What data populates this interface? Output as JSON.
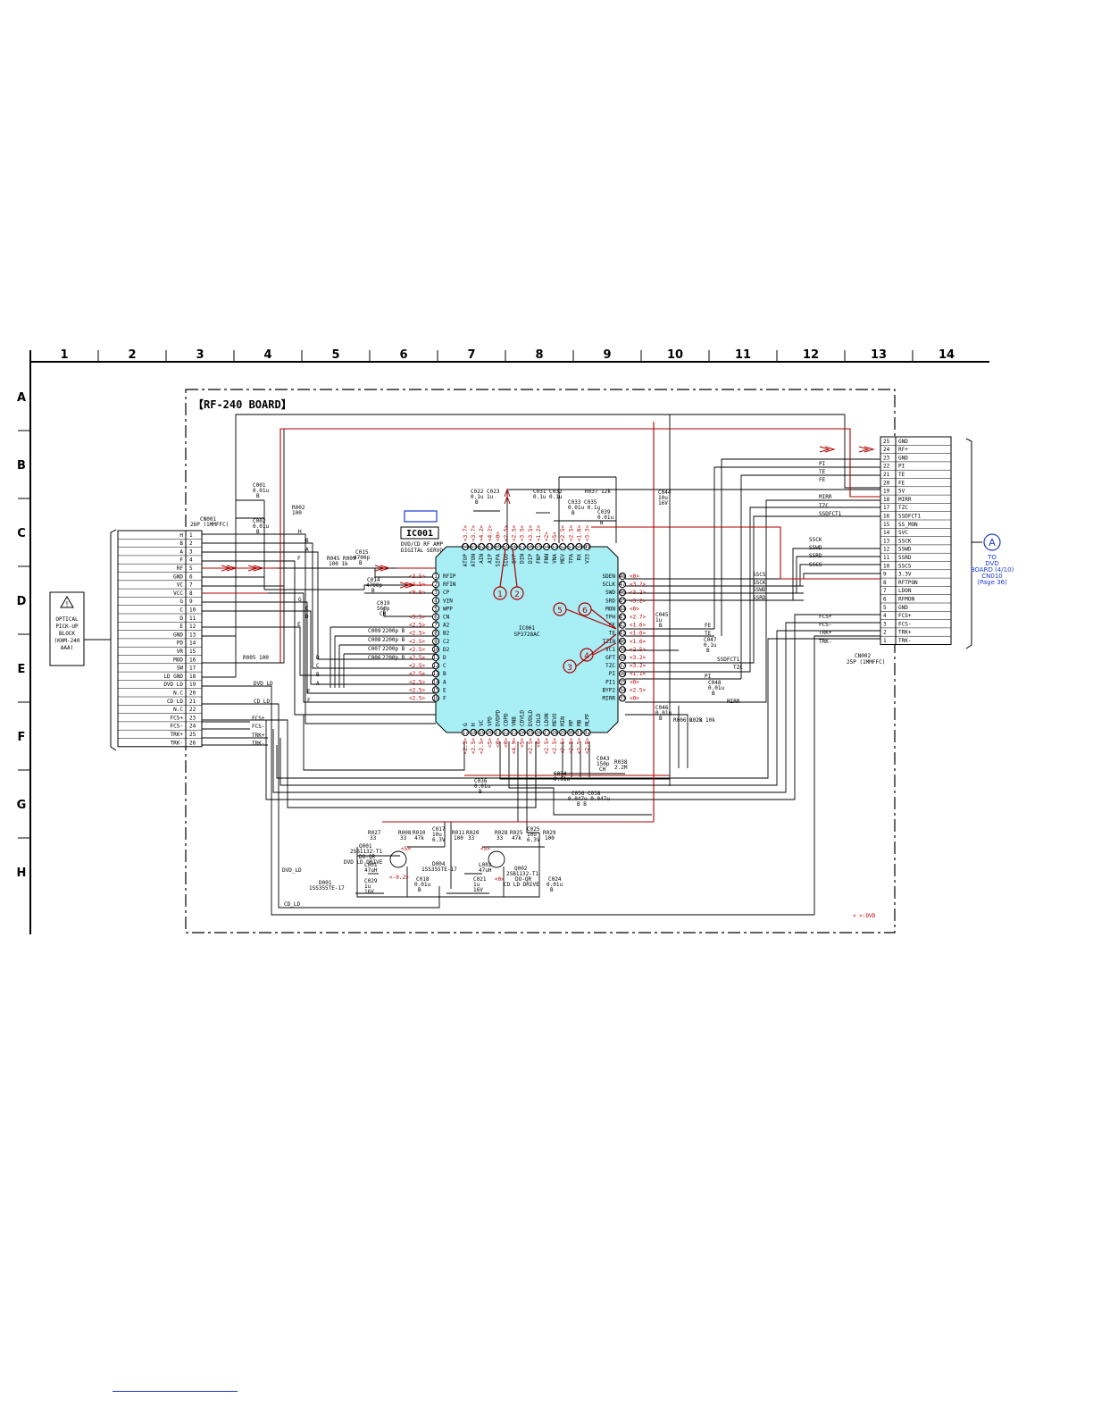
{
  "board": {
    "title": "【RF-240 BOARD】",
    "note": "< >:DVD"
  },
  "grid": {
    "columns": [
      "1",
      "2",
      "3",
      "4",
      "5",
      "6",
      "7",
      "8",
      "9",
      "10",
      "11",
      "12",
      "13",
      "14"
    ],
    "rows": [
      "A",
      "B",
      "C",
      "D",
      "E",
      "F",
      "G",
      "H"
    ]
  },
  "ic001": {
    "tag": "IC001",
    "desc1": "DVD/CD RF AMP",
    "desc2": "DIGITAL SERVO",
    "name": "IC001",
    "part": "SP3728AC",
    "left_pins": [
      {
        "n": "1",
        "name": "RFIP",
        "v": "<3.5>"
      },
      {
        "n": "2",
        "name": "RFIN",
        "v": "<3.5>"
      },
      {
        "n": "3",
        "name": "CP",
        "v": "<0.6>"
      },
      {
        "n": "4",
        "name": "VIN",
        "v": ""
      },
      {
        "n": "5",
        "name": "WPP",
        "v": ""
      },
      {
        "n": "6",
        "name": "CN",
        "v": "<3.5>"
      },
      {
        "n": "7",
        "name": "A2",
        "v": "<2.5>"
      },
      {
        "n": "8",
        "name": "B2",
        "v": "<2.5>"
      },
      {
        "n": "9",
        "name": "C2",
        "v": "<2.5>"
      },
      {
        "n": "10",
        "name": "D2",
        "v": "<2.5>"
      },
      {
        "n": "11",
        "name": "D",
        "v": "<2.5>"
      },
      {
        "n": "12",
        "name": "C",
        "v": "<2.5>"
      },
      {
        "n": "13",
        "name": "B",
        "v": "<2.5>"
      },
      {
        "n": "14",
        "name": "A",
        "v": "<2.5>"
      },
      {
        "n": "15",
        "name": "E",
        "v": "<2.5>"
      },
      {
        "n": "16",
        "name": "F",
        "v": "<2.5>"
      }
    ],
    "right_pins": [
      {
        "n": "48",
        "name": "SDEN",
        "v": "<0>"
      },
      {
        "n": "47",
        "name": "SCLK",
        "v": "<3.2>"
      },
      {
        "n": "46",
        "name": "SWD",
        "v": "<3.2>"
      },
      {
        "n": "45",
        "name": "SRD",
        "v": "<3.2>"
      },
      {
        "n": "44",
        "name": "MON",
        "v": "<0>"
      },
      {
        "n": "43",
        "name": "TPH",
        "v": "<2.7>"
      },
      {
        "n": "42",
        "name": "FE",
        "v": "<1.6>"
      },
      {
        "n": "41",
        "name": "TE",
        "v": "<1.6>"
      },
      {
        "n": "40",
        "name": "TZIN",
        "v": "<1.6>"
      },
      {
        "n": "39",
        "name": "VC1",
        "v": "<2.5>"
      },
      {
        "n": "38",
        "name": "GFT",
        "v": "<3.2>"
      },
      {
        "n": "37",
        "name": "TZC",
        "v": "<3.2>"
      },
      {
        "n": "36",
        "name": "PI",
        "v": "<1.1>"
      },
      {
        "n": "35",
        "name": "PI1",
        "v": "<0>"
      },
      {
        "n": "34",
        "name": "BYP2",
        "v": "<2.5>"
      },
      {
        "n": "33",
        "name": "MIRR",
        "v": "<0>"
      }
    ],
    "top_pins": [
      {
        "n": "64",
        "name": "ATOP",
        "v": "<3.7>"
      },
      {
        "n": "63",
        "name": "ATON",
        "v": "<3.7>"
      },
      {
        "n": "62",
        "name": "AIN",
        "v": "<4.2>"
      },
      {
        "n": "61",
        "name": "AIP",
        "v": "<4.2>"
      },
      {
        "n": "60",
        "name": "SIPA",
        "v": "<0>"
      },
      {
        "n": "59",
        "name": "SIGO",
        "v": "<2.5>"
      },
      {
        "n": "58",
        "name": "BYP",
        "v": "<2.5>"
      },
      {
        "n": "57",
        "name": "DIN",
        "v": "<3.5>"
      },
      {
        "n": "56",
        "name": "DIP",
        "v": "<3.5>"
      },
      {
        "n": "55",
        "name": "FNP",
        "v": "<1.2>"
      },
      {
        "n": "54",
        "name": "FNN",
        "v": "<2>"
      },
      {
        "n": "53",
        "name": "VNA",
        "v": "<5>"
      },
      {
        "n": "52",
        "name": "MEV",
        "v": "<2.5>"
      },
      {
        "n": "51",
        "name": "TPA",
        "v": "<2.5>"
      },
      {
        "n": "50",
        "name": "RX",
        "v": "<1.6>"
      },
      {
        "n": "49",
        "name": "V33",
        "v": "<3.3>"
      }
    ],
    "bottom_pins": [
      {
        "n": "17",
        "name": "G",
        "v": "<2.5>"
      },
      {
        "n": "18",
        "name": "H",
        "v": "<2.5>"
      },
      {
        "n": "19",
        "name": "VC",
        "v": "<2.5>"
      },
      {
        "n": "20",
        "name": "VPD",
        "v": "<5>"
      },
      {
        "n": "21",
        "name": "DVDPD",
        "v": "<0>"
      },
      {
        "n": "22",
        "name": "CDPD",
        "v": "<0>"
      },
      {
        "n": "23",
        "name": "VNB",
        "v": "<4.9>"
      },
      {
        "n": "24",
        "name": "CDVLD",
        "v": "<5>"
      },
      {
        "n": "25",
        "name": "DVDLD",
        "v": "<2.5>"
      },
      {
        "n": "26",
        "name": "CDLD",
        "v": "<0>"
      },
      {
        "n": "27",
        "name": "LDON",
        "v": "<2.5>"
      },
      {
        "n": "28",
        "name": "MEVO",
        "v": "<2.5>"
      },
      {
        "n": "29",
        "name": "MIN",
        "v": "<2.5>"
      },
      {
        "n": "30",
        "name": "MP",
        "v": "<2.5>"
      },
      {
        "n": "31",
        "name": "MB",
        "v": "<2.5>"
      },
      {
        "n": "32",
        "name": "MLPF",
        "v": "<2.8>"
      }
    ],
    "callouts": [
      "1",
      "2",
      "3",
      "4",
      "5",
      "6"
    ]
  },
  "cn001": {
    "label": "CN001",
    "sub": "26P (1MMFFC)",
    "pins": [
      {
        "n": "1",
        "name": "H"
      },
      {
        "n": "2",
        "name": "B"
      },
      {
        "n": "3",
        "name": "A"
      },
      {
        "n": "4",
        "name": "F"
      },
      {
        "n": "5",
        "name": "RF"
      },
      {
        "n": "6",
        "name": "GND"
      },
      {
        "n": "7",
        "name": "VC"
      },
      {
        "n": "8",
        "name": "VCC"
      },
      {
        "n": "9",
        "name": "G"
      },
      {
        "n": "10",
        "name": "C"
      },
      {
        "n": "11",
        "name": "D"
      },
      {
        "n": "12",
        "name": "E"
      },
      {
        "n": "13",
        "name": "GND"
      },
      {
        "n": "14",
        "name": "PD"
      },
      {
        "n": "15",
        "name": "VR"
      },
      {
        "n": "16",
        "name": "MOD"
      },
      {
        "n": "17",
        "name": "SW"
      },
      {
        "n": "18",
        "name": "LD GND"
      },
      {
        "n": "19",
        "name": "DVD LD"
      },
      {
        "n": "20",
        "name": "N.C"
      },
      {
        "n": "21",
        "name": "CD LD"
      },
      {
        "n": "22",
        "name": "N.C"
      },
      {
        "n": "23",
        "name": "FCS+"
      },
      {
        "n": "24",
        "name": "FCS-"
      },
      {
        "n": "25",
        "name": "TRK+"
      },
      {
        "n": "26",
        "name": "TRK-"
      }
    ]
  },
  "cn002": {
    "label": "CN002",
    "sub": "25P (1MMFFC)",
    "pins": [
      {
        "n": "25",
        "name": "GND"
      },
      {
        "n": "24",
        "name": "RF+"
      },
      {
        "n": "23",
        "name": "GND"
      },
      {
        "n": "22",
        "name": "PI"
      },
      {
        "n": "21",
        "name": "TE"
      },
      {
        "n": "20",
        "name": "FE"
      },
      {
        "n": "19",
        "name": "5V"
      },
      {
        "n": "18",
        "name": "MIRR"
      },
      {
        "n": "17",
        "name": "TZC"
      },
      {
        "n": "16",
        "name": "SSDFCT1"
      },
      {
        "n": "15",
        "name": "SS_MON"
      },
      {
        "n": "14",
        "name": "SVC"
      },
      {
        "n": "13",
        "name": "SSCK"
      },
      {
        "n": "12",
        "name": "SSWD"
      },
      {
        "n": "11",
        "name": "SSRD"
      },
      {
        "n": "10",
        "name": "SSCS"
      },
      {
        "n": "9",
        "name": "3.3V"
      },
      {
        "n": "8",
        "name": "RFTPON"
      },
      {
        "n": "7",
        "name": "LDON"
      },
      {
        "n": "6",
        "name": "RFMON"
      },
      {
        "n": "5",
        "name": "GND"
      },
      {
        "n": "4",
        "name": "FCS+"
      },
      {
        "n": "3",
        "name": "FCS-"
      },
      {
        "n": "2",
        "name": "TRK+"
      },
      {
        "n": "1",
        "name": "TRK-"
      }
    ]
  },
  "pickup": {
    "l1": "OPTICAL",
    "l2": "PICK-UP",
    "l3": "BLOCK",
    "l4": "(KHM-240",
    "l5": "AAA)"
  },
  "to_dvd": {
    "badge": "A",
    "l1": "TO",
    "l2": "DVD",
    "l3": "BOARD (4/10)",
    "l4": "CN010",
    "l5": "(Page 36)"
  },
  "net_labels": {
    "cn2_side": [
      "PI",
      "TE",
      "FE",
      "MIRR",
      "TZC",
      "SSDFCT1",
      "SSCK",
      "SSWD",
      "SSRD",
      "SSCS"
    ],
    "ic_right": [
      "SSCS",
      "SSCK",
      "SSWD",
      "SSRD",
      "FE",
      "TE",
      "SSDFCT1",
      "TZC",
      "PI",
      "MIRR"
    ],
    "cn1_side": [
      "H",
      "B",
      "A",
      "F",
      "G",
      "C",
      "D",
      "E",
      "D",
      "C",
      "B",
      "A",
      "E",
      "F"
    ],
    "lower": [
      "DVD_LD",
      "CD_LD",
      "FCS+",
      "FCS-",
      "TRK+",
      "TRK-",
      "FCS+",
      "FCS-",
      "TRK+",
      "TRK-",
      "DVD_LD",
      "CD_LD"
    ]
  },
  "parts": {
    "c001": "C001",
    "c001v": "0.01u",
    "c001t": "B",
    "c002": "C002",
    "c002v": "0.01u",
    "c002t": "B",
    "r002": "R002",
    "r002v": "100",
    "r005": "R005 100",
    "r045": "R045 R009",
    "r045v": "100  1k",
    "c015": "C015",
    "c015v": "4700p",
    "c015t": "B",
    "c014": "C014",
    "c014v": "4700p",
    "c014t": "B",
    "c019": "C019",
    "c019v": "560p",
    "c019t": "CH",
    "c009": "C009",
    "c009v": "2200p B",
    "c008": "C008",
    "c008v": "2200p B",
    "c007": "C007",
    "c007v": "2200p B",
    "c006": "C006",
    "c006v": "2200p B",
    "c022": "C022 C023",
    "c022v": "0.1u 1u",
    "c022t": "B",
    "c031": "C031 C032",
    "c031v": "0.1u 0.1u",
    "c033": "C033 C035",
    "c033v": "0.01u 0.1u",
    "c033t": "B",
    "r037": "R037 12k",
    "c039": "C039",
    "c039v": "0.01u",
    "c039t": "B",
    "c044": "C044",
    "c044v": "10u",
    "c044t": "16V",
    "c045": "C045",
    "c045v": "1u",
    "c045t": "B",
    "c047": "C047",
    "c047v": "0.1u",
    "c047t": "B",
    "c048": "C048",
    "c048v": "0.01u",
    "c048t": "B",
    "c046": "C046",
    "c046v": "0.01u",
    "c046t": "B",
    "r006": "R006 2.2k",
    "r023": "R023 10k",
    "c036": "C036",
    "c036v": "0.01u",
    "c036t": "B",
    "c034": "C034",
    "c034v": "0.01u",
    "c043": "C043",
    "c043v": "150p",
    "c043t": "CH",
    "r038": "R038",
    "r038v": "2.2M",
    "c056": "C056 C038",
    "c056v": "0.047u 0.047u",
    "c056t": "B  B",
    "q001": "Q001",
    "q001a": "2SB1132-T1",
    "q001b": "DO-QR",
    "q001c": "DVD LD DRIVE",
    "q002": "Q002",
    "q002a": "2SB1132-T1",
    "q002b": "DO-QR",
    "q002c": "CD LD DRIVE",
    "d001": "D001",
    "d001v": "1SS355TE-17",
    "d004": "D004",
    "d004v": "1SS355TE-17",
    "l001": "L001",
    "l001v": "47uH",
    "l002": "L002",
    "l002v": "47uH",
    "r027": "R027",
    "r027v": "33",
    "r008": "R008",
    "r008v": "33",
    "r010": "R010",
    "r010v": "47k",
    "c017": "C017",
    "c017v": "10u",
    "c017t": "6.3V",
    "r011": "R011",
    "r011v": "100",
    "r020": "R020",
    "r020v": "33",
    "r028": "R028",
    "r028v": "33",
    "r025": "R025",
    "r025v": "47k",
    "c025": "C025",
    "c025v": "10u",
    "c025t": "6.3V",
    "r029": "R029",
    "r029v": "100",
    "c029": "C029",
    "c029v": "1u",
    "c029t": "16V",
    "c018": "C018",
    "c018v": "0.01u",
    "c018t": "B",
    "c021": "C021",
    "c021v": "1u",
    "c021t": "16V",
    "c024": "C024",
    "c024v": "0.01u",
    "c024t": "B",
    "v_q1": "<5>",
    "v_q1b": "<-0.2>",
    "v_q2": "<5>",
    "v_q2b": "<0>"
  }
}
